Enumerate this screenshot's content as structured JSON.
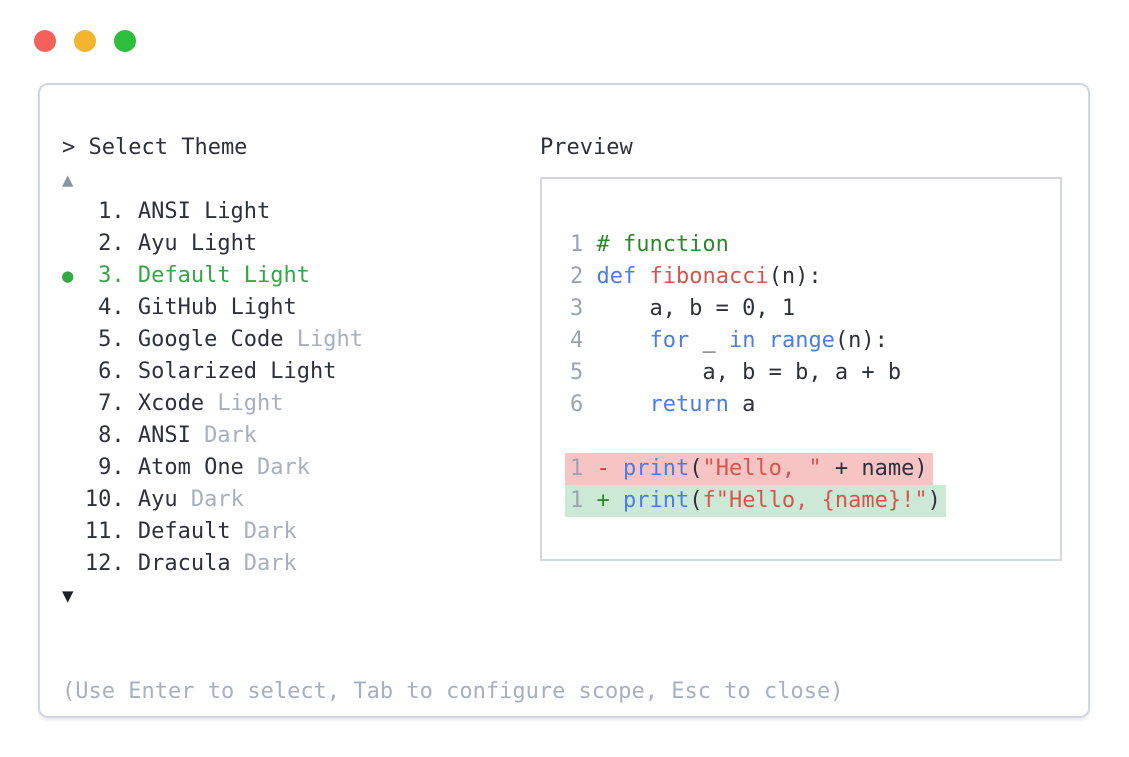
{
  "colors": {
    "text": "#2c313c",
    "muted": "#a6b0c0",
    "accent_green": "#35a845",
    "line_number": "#9aa3b2",
    "comment": "#2c8a2c",
    "keyword": "#4a7de8",
    "string": "#d9534f",
    "function": "#d9534f",
    "diff_minus": "#c4403a",
    "diff_plus": "#2c8a2c",
    "diff_del_bg": "#f7c4c4",
    "diff_add_bg": "#cbe9d4",
    "border": "#d3d8e0",
    "arrow_up": "#8b95aa",
    "arrow_down": "#1d212b",
    "traffic_red": "#f4615a",
    "traffic_yellow": "#f3b42e",
    "traffic_green": "#2ebe3e"
  },
  "selector": {
    "title": "> Select Theme",
    "scroll_up": "▲",
    "scroll_down": "▼",
    "selected_marker": "●",
    "items": [
      {
        "num": "1.",
        "name": "ANSI",
        "variant": "Light",
        "variant_muted": false,
        "selected": false
      },
      {
        "num": "2.",
        "name": "Ayu",
        "variant": "Light",
        "variant_muted": false,
        "selected": false
      },
      {
        "num": "3.",
        "name": "Default",
        "variant": "Light",
        "variant_muted": false,
        "selected": true
      },
      {
        "num": "4.",
        "name": "GitHub",
        "variant": "Light",
        "variant_muted": false,
        "selected": false
      },
      {
        "num": "5.",
        "name": "Google Code",
        "variant": "Light",
        "variant_muted": true,
        "selected": false
      },
      {
        "num": "6.",
        "name": "Solarized",
        "variant": "Light",
        "variant_muted": false,
        "selected": false
      },
      {
        "num": "7.",
        "name": "Xcode",
        "variant": "Light",
        "variant_muted": true,
        "selected": false
      },
      {
        "num": "8.",
        "name": "ANSI",
        "variant": "Dark",
        "variant_muted": true,
        "selected": false
      },
      {
        "num": "9.",
        "name": "Atom One",
        "variant": "Dark",
        "variant_muted": true,
        "selected": false
      },
      {
        "num": "10.",
        "name": "Ayu",
        "variant": "Dark",
        "variant_muted": true,
        "selected": false
      },
      {
        "num": "11.",
        "name": "Default",
        "variant": "Dark",
        "variant_muted": true,
        "selected": false
      },
      {
        "num": "12.",
        "name": "Dracula",
        "variant": "Dark",
        "variant_muted": true,
        "selected": false
      }
    ],
    "hint": "(Use Enter to select, Tab to configure scope, Esc to close)"
  },
  "preview": {
    "label": "Preview",
    "lines": [
      {
        "num": "1",
        "diff": null,
        "tokens": [
          {
            "text": "# function",
            "type": "comment"
          }
        ]
      },
      {
        "num": "2",
        "diff": null,
        "tokens": [
          {
            "text": "def",
            "type": "keyword"
          },
          {
            "text": " ",
            "type": "plain"
          },
          {
            "text": "fibonacci",
            "type": "function"
          },
          {
            "text": "(n):",
            "type": "plain"
          }
        ]
      },
      {
        "num": "3",
        "diff": null,
        "tokens": [
          {
            "text": "    a, b = 0, 1",
            "type": "plain"
          }
        ]
      },
      {
        "num": "4",
        "diff": null,
        "tokens": [
          {
            "text": "    ",
            "type": "plain"
          },
          {
            "text": "for",
            "type": "keyword"
          },
          {
            "text": " _ ",
            "type": "plain"
          },
          {
            "text": "in",
            "type": "keyword"
          },
          {
            "text": " ",
            "type": "plain"
          },
          {
            "text": "range",
            "type": "keyword"
          },
          {
            "text": "(n):",
            "type": "plain"
          }
        ]
      },
      {
        "num": "5",
        "diff": null,
        "tokens": [
          {
            "text": "        a, b = b, a + b",
            "type": "plain"
          }
        ]
      },
      {
        "num": "6",
        "diff": null,
        "tokens": [
          {
            "text": "    ",
            "type": "plain"
          },
          {
            "text": "return",
            "type": "keyword"
          },
          {
            "text": " a",
            "type": "plain"
          }
        ]
      },
      {
        "num": "",
        "diff": null,
        "tokens": []
      },
      {
        "num": "1",
        "diff": "del",
        "tokens": [
          {
            "text": "- ",
            "type": "diff-minus"
          },
          {
            "text": "print",
            "type": "keyword"
          },
          {
            "text": "(",
            "type": "plain"
          },
          {
            "text": "\"Hello, \"",
            "type": "string"
          },
          {
            "text": " + name)",
            "type": "plain"
          }
        ]
      },
      {
        "num": "1",
        "diff": "add",
        "tokens": [
          {
            "text": "+ ",
            "type": "diff-plus"
          },
          {
            "text": "print",
            "type": "keyword"
          },
          {
            "text": "(",
            "type": "plain"
          },
          {
            "text": "f\"Hello, {name}!\"",
            "type": "string"
          },
          {
            "text": ")",
            "type": "plain"
          }
        ]
      }
    ]
  }
}
